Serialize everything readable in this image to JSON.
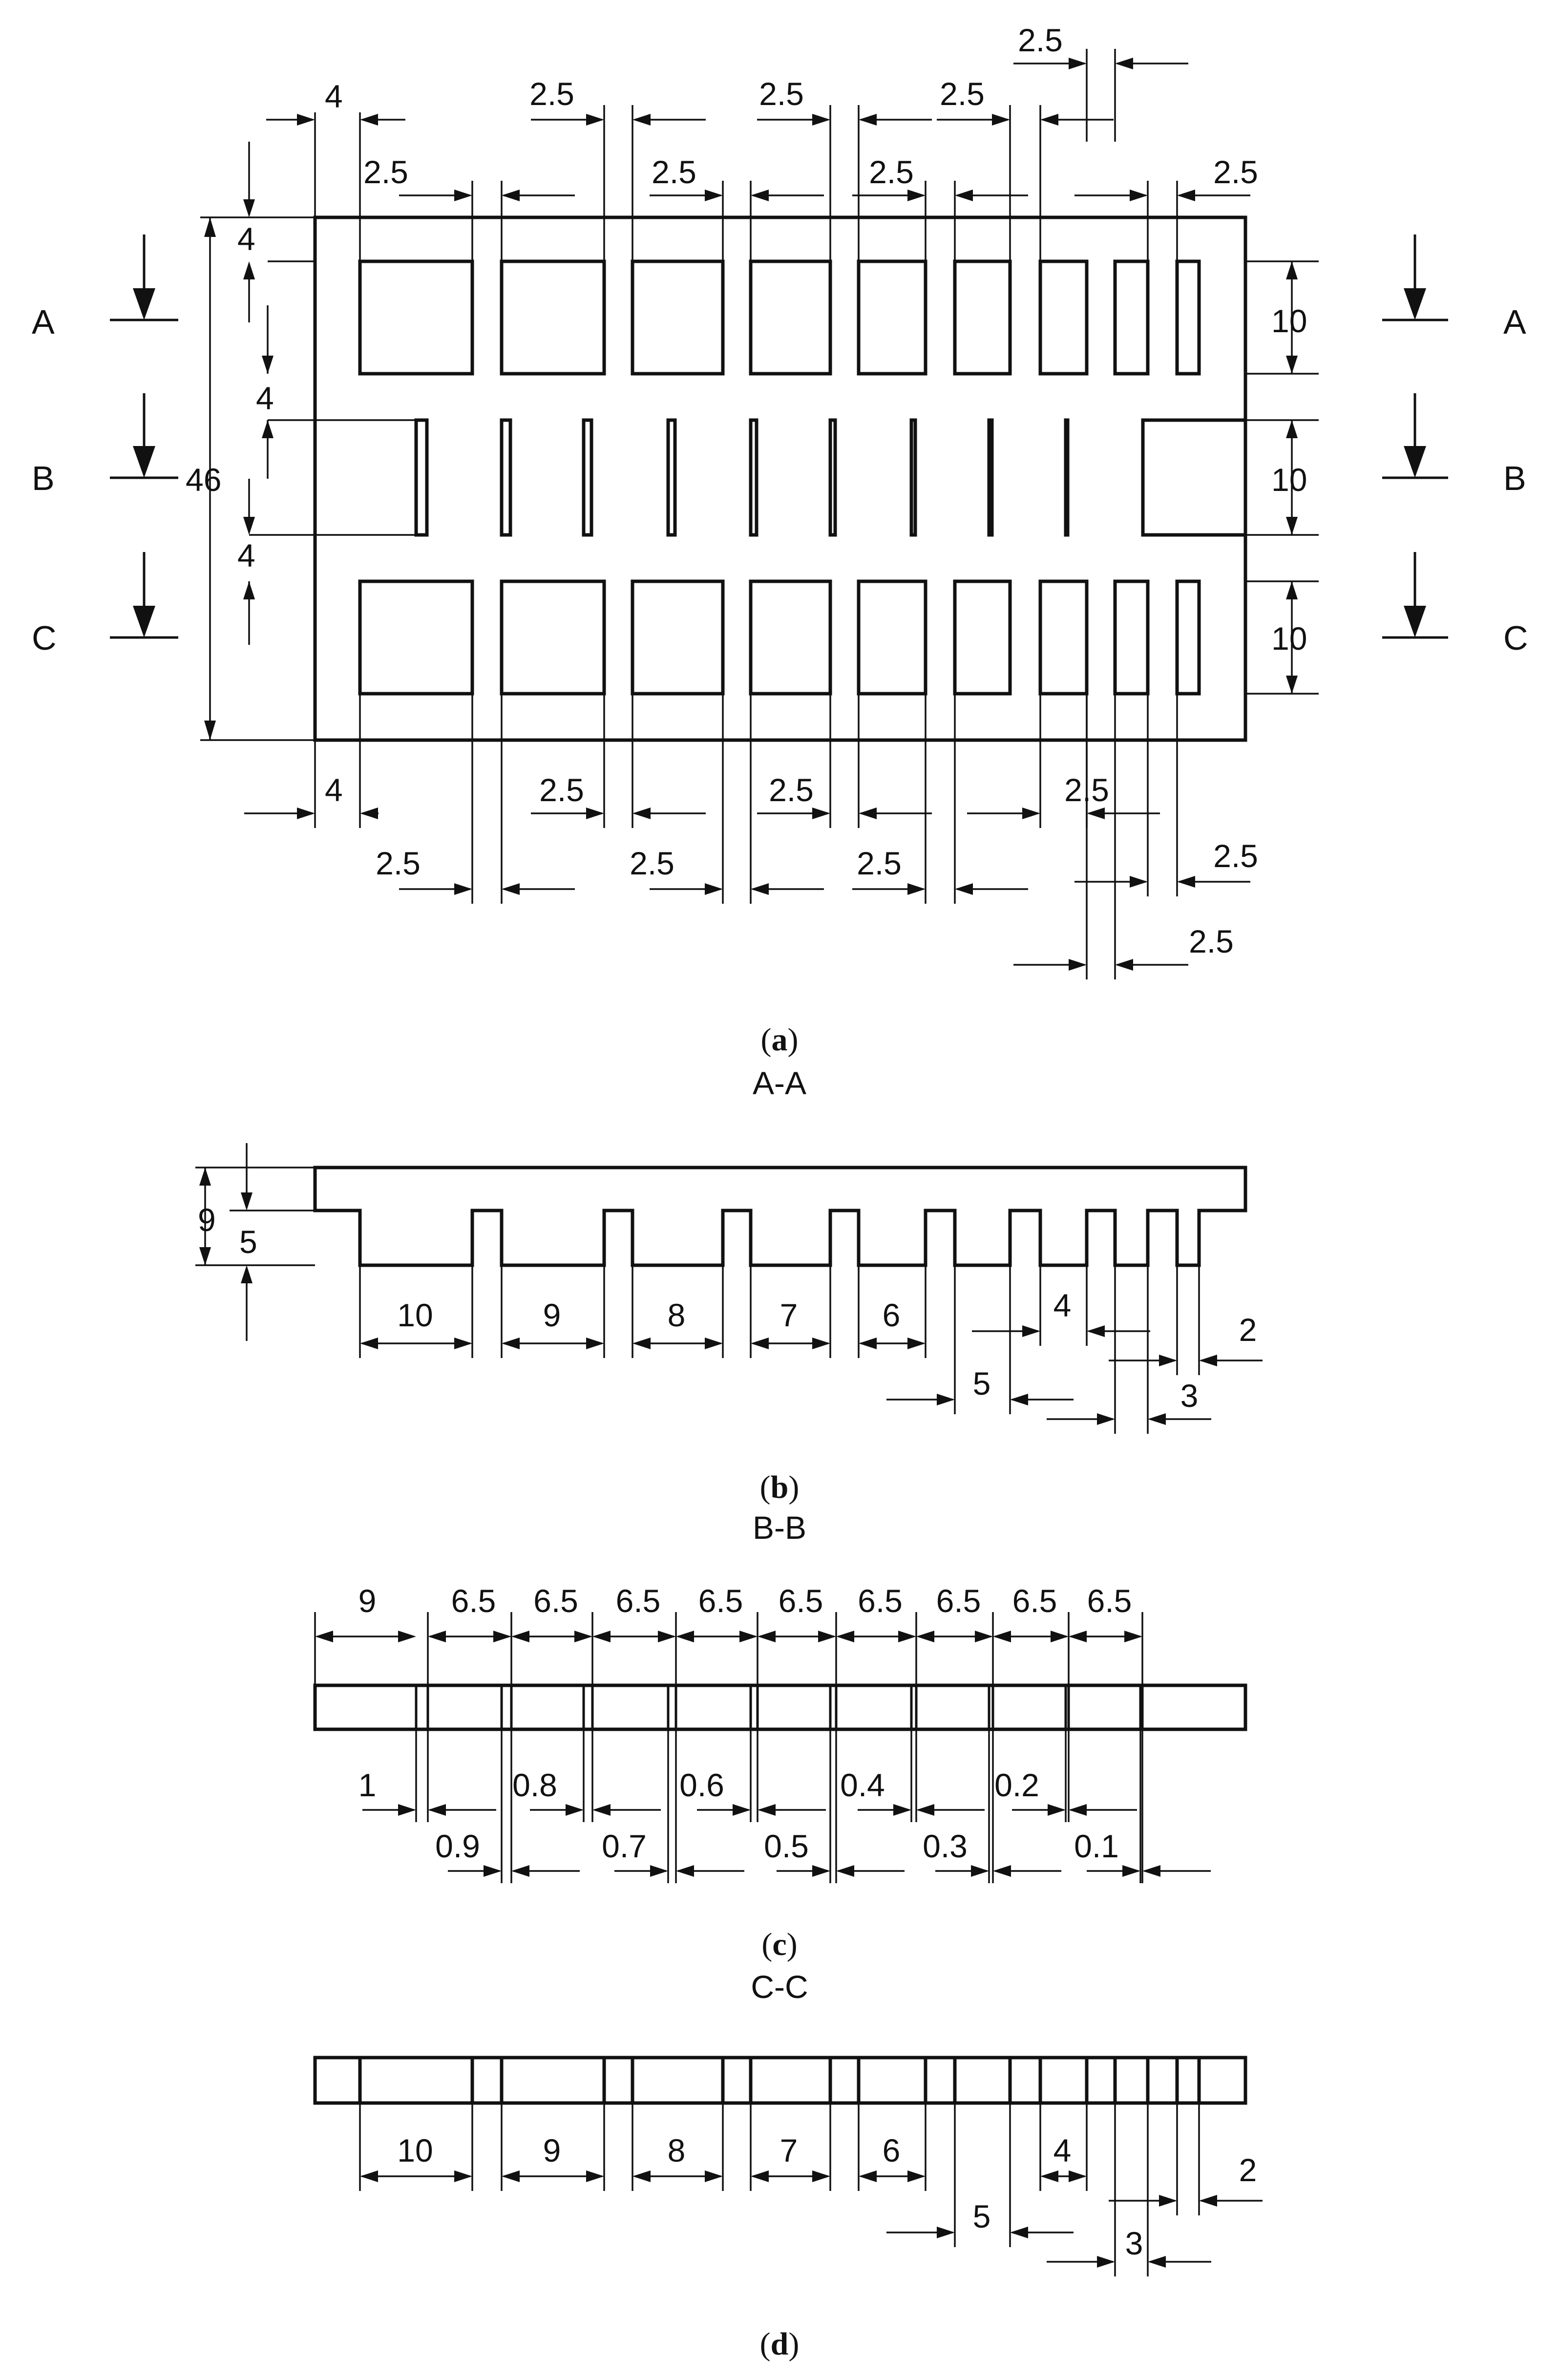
{
  "figure_a": {
    "caption_letter": "a",
    "overall_height": "46",
    "row_heights": [
      "10",
      "10",
      "10"
    ],
    "gap_heights": [
      "4",
      "4",
      "4"
    ],
    "section_markers": [
      "A",
      "B",
      "C"
    ],
    "left_margin": "4",
    "spacing_label": "2.5"
  },
  "figure_b": {
    "caption_letter": "b",
    "title": "A-A",
    "depth_total": "9",
    "depth_groove": "5",
    "widths": [
      "10",
      "9",
      "8",
      "7",
      "6",
      "5",
      "4",
      "3",
      "2"
    ]
  },
  "figure_c": {
    "caption_letter": "c",
    "title": "B-B",
    "first_offset": "9",
    "pitch_label": "6.5",
    "slit_widths": [
      "1",
      "0.9",
      "0.8",
      "0.7",
      "0.6",
      "0.5",
      "0.4",
      "0.3",
      "0.2",
      "0.1"
    ]
  },
  "figure_d": {
    "caption_letter": "d",
    "title": "C-C",
    "widths": [
      "10",
      "9",
      "8",
      "7",
      "6",
      "5",
      "4",
      "3",
      "2"
    ]
  },
  "colors": {
    "line": "#111111",
    "background": "#ffffff"
  }
}
